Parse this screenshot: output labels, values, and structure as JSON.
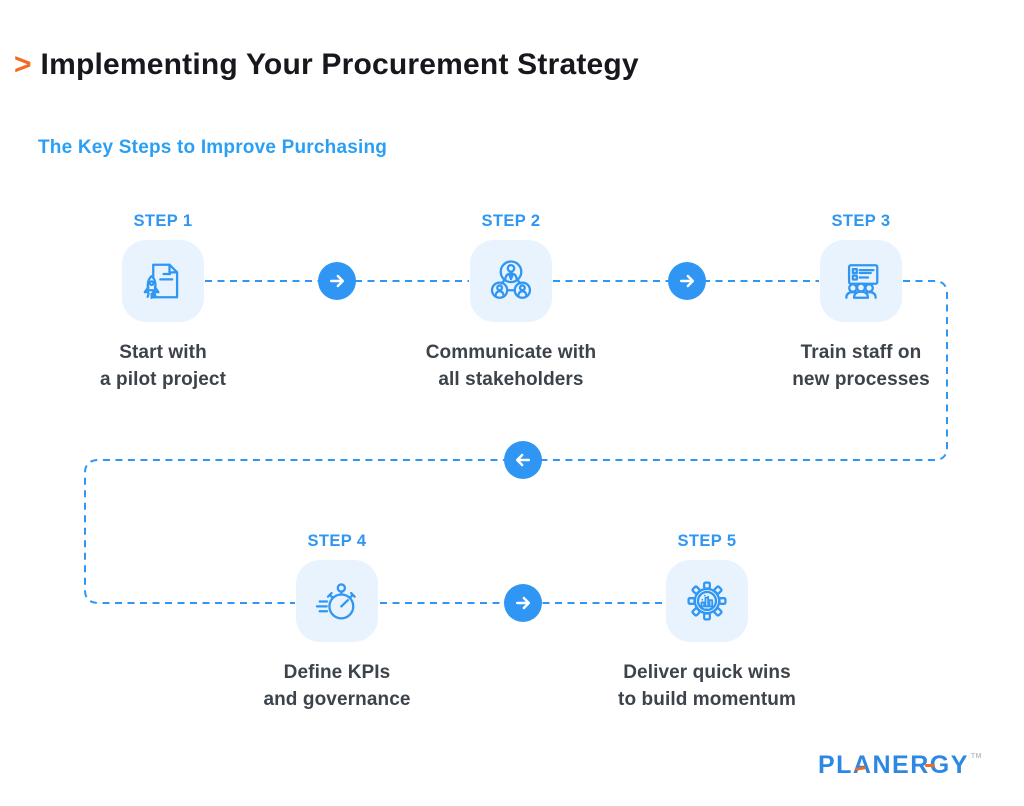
{
  "header": {
    "bullet": ">",
    "title": "Implementing Your Procurement Strategy"
  },
  "subtitle": "The Key Steps to Improve Purchasing",
  "steps": [
    {
      "label": "STEP 1",
      "icon": "rocket-document",
      "lines": [
        "Start with",
        "a pilot project"
      ]
    },
    {
      "label": "STEP 2",
      "icon": "stakeholders-network",
      "lines": [
        "Communicate with",
        "all stakeholders"
      ]
    },
    {
      "label": "STEP 3",
      "icon": "staff-training",
      "lines": [
        "Train staff on",
        "new processes"
      ]
    },
    {
      "label": "STEP 4",
      "icon": "stopwatch",
      "lines": [
        "Define KPIs",
        "and governance"
      ]
    },
    {
      "label": "STEP 5",
      "icon": "gear-chart",
      "lines": [
        "Deliver quick wins",
        "to build momentum"
      ]
    }
  ],
  "logo": {
    "name": "PLANERGY",
    "tm": "TM"
  },
  "colors": {
    "accent_blue": "#2f96f3",
    "subtitle_blue": "#2aa0f5",
    "tile_background": "#e8f3fd",
    "title_text": "#16181d",
    "caption_text": "#3d434b",
    "bullet_orange": "#f26b21",
    "logo_blue": "#2e87e2",
    "logo_accent_orange": "#f26b21",
    "arrow_glyph": "#ffffff"
  }
}
